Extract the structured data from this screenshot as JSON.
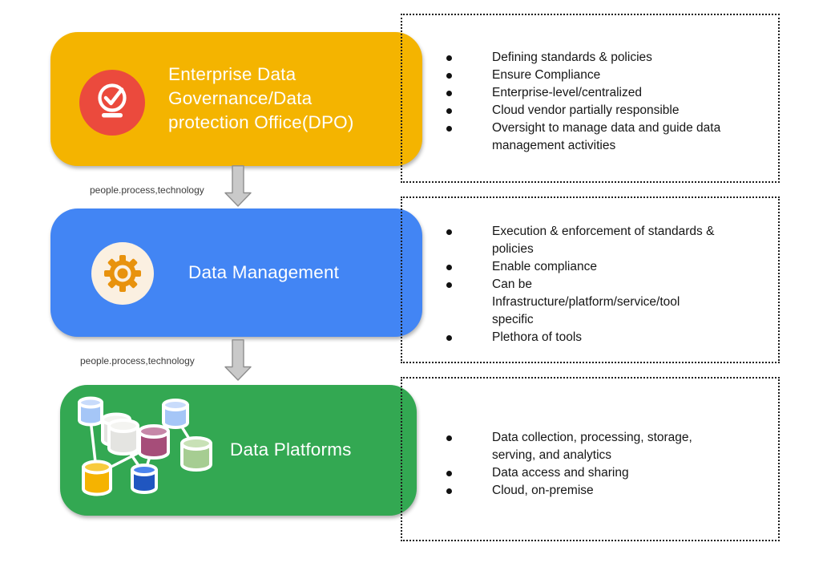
{
  "diagram": {
    "nodes": [
      {
        "title": "Enterprise Data\nGovernance/Data\nprotection Office(DPO)",
        "color": "#F4B400",
        "icon": "approval-check-icon",
        "icon_colors": {
          "badge": "#EB4A3D",
          "glyph": "#FFFFFF"
        },
        "details": [
          "Defining standards & policies",
          "Ensure Compliance",
          "Enterprise-level/centralized",
          "Cloud vendor partially responsible",
          "Oversight to manage data and guide data\nmanagement activities"
        ]
      },
      {
        "title": "Data Management",
        "color": "#4285F4",
        "icon": "gear-icon",
        "icon_colors": {
          "badge": "#FBF0E1",
          "glyph": "#E8920D"
        },
        "details": [
          "Execution & enforcement of standards &\npolicies",
          "Enable compliance",
          "Can be\nInfrastructure/platform/service/tool\nspecific",
          "Plethora of tools"
        ]
      },
      {
        "title": "Data Platforms",
        "color": "#33A852",
        "icon": "database-network-icon",
        "icon_colors": {
          "light_blue": "#A5C6F7",
          "gray": "#E4E4E1",
          "maroon": "#A64D79",
          "light_green": "#A6CD92",
          "yellow": "#F5B301",
          "blue": "#2056C0",
          "links": "#FFFFFF"
        },
        "details": [
          "Data collection, processing, storage,\nserving, and analytics",
          "Data access and sharing",
          "Cloud, on-premise"
        ]
      }
    ],
    "connectors": [
      {
        "label": "people.process,technology",
        "arrow_fill": "#C9C9C9",
        "arrow_stroke": "#8E8E8E"
      },
      {
        "label": "people.process,technology",
        "arrow_fill": "#C9C9C9",
        "arrow_stroke": "#8E8E8E"
      }
    ],
    "panel_border_color": "#1d1d1d",
    "text_color": "#161616"
  }
}
